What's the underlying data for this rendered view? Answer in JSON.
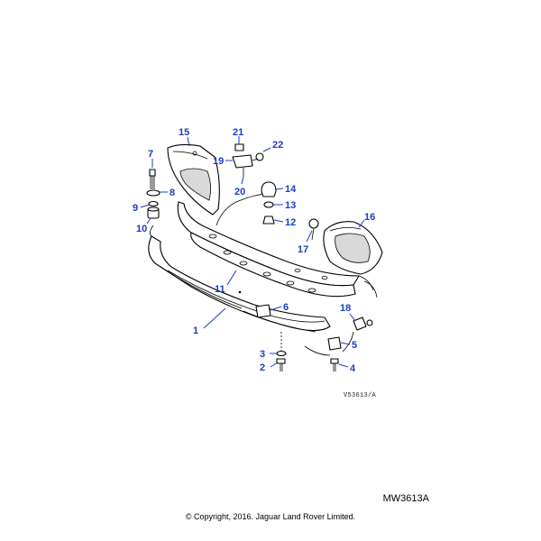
{
  "callouts": [
    {
      "id": "1",
      "label": "1"
    },
    {
      "id": "2",
      "label": "2"
    },
    {
      "id": "3",
      "label": "3"
    },
    {
      "id": "4",
      "label": "4"
    },
    {
      "id": "5",
      "label": "5"
    },
    {
      "id": "6",
      "label": "6"
    },
    {
      "id": "7",
      "label": "7"
    },
    {
      "id": "8",
      "label": "8"
    },
    {
      "id": "9",
      "label": "9"
    },
    {
      "id": "10",
      "label": "10"
    },
    {
      "id": "11",
      "label": "11"
    },
    {
      "id": "12",
      "label": "12"
    },
    {
      "id": "13",
      "label": "13"
    },
    {
      "id": "14",
      "label": "14"
    },
    {
      "id": "15",
      "label": "15"
    },
    {
      "id": "16",
      "label": "16"
    },
    {
      "id": "17",
      "label": "17"
    },
    {
      "id": "18",
      "label": "18"
    },
    {
      "id": "19",
      "label": "19"
    },
    {
      "id": "20",
      "label": "20"
    },
    {
      "id": "21",
      "label": "21"
    },
    {
      "id": "22",
      "label": "22"
    }
  ],
  "drawing_ref": "V53613/A",
  "figure_code": "MW3613A",
  "copyright": "© Copyright, 2016. Jaguar Land Rover Limited.",
  "callout_color": "#1a3cc8"
}
